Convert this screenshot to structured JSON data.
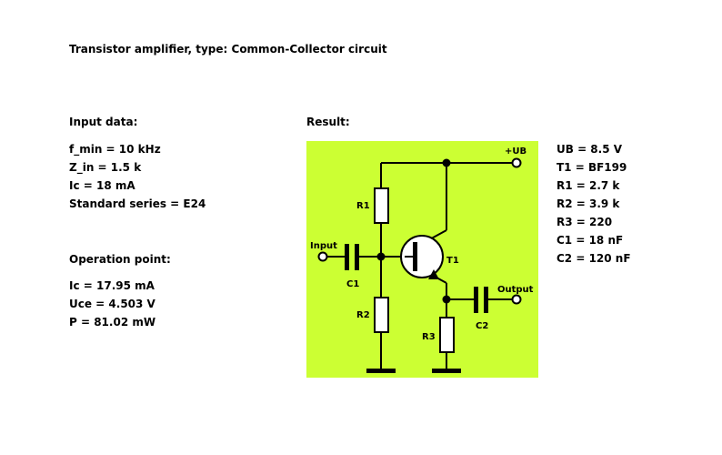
{
  "title": "Transistor amplifier, type: Common-Collector circuit",
  "input": {
    "heading": "Input data:",
    "lines": [
      "f_min = 10 kHz",
      "Z_in = 1.5 k",
      "Ic = 18 mA",
      "Standard series = E24"
    ]
  },
  "operation": {
    "heading": "Operation point:",
    "lines": [
      "Ic = 17.95 mA",
      "Uce = 4.503 V",
      "P = 81.02 mW"
    ]
  },
  "result": {
    "heading": "Result:",
    "lines": [
      "UB = 8.5 V",
      "T1 = BF199",
      "R1 = 2.7 k",
      "R2 = 3.9 k",
      "R3 = 220",
      "C1 = 18 nF",
      "C2 = 120 nF"
    ]
  },
  "schematic": {
    "background": "#ccff33",
    "labels": {
      "ub": "+UB",
      "input": "Input",
      "output": "Output",
      "r1": "R1",
      "r2": "R2",
      "r3": "R3",
      "c1": "C1",
      "c2": "C2",
      "t1": "T1"
    }
  }
}
